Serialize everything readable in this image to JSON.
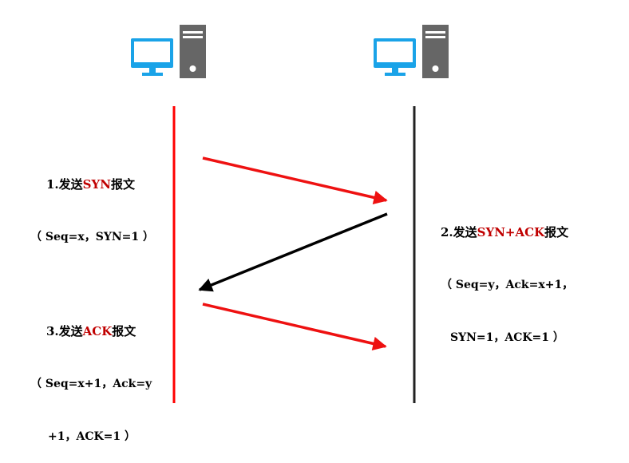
{
  "colors": {
    "client_line": "#ff0000",
    "server_line": "#222222",
    "arrow_red": "#ee1111",
    "arrow_black": "#000000",
    "monitor": "#1aa3e8",
    "tower": "#666666",
    "highlight": "#c00000"
  },
  "icons": {
    "client": [
      "monitor-icon",
      "server-tower-icon"
    ],
    "server": [
      "monitor-icon",
      "server-tower-icon"
    ]
  },
  "steps": [
    {
      "prefix": "1.发送",
      "highlight": "SYN",
      "suffix": "报文",
      "detail_lines": [
        "（ Seq=x，SYN=1 ）"
      ]
    },
    {
      "prefix": "2.发送",
      "highlight": "SYN+ACK",
      "suffix": "报文",
      "detail_lines": [
        "（ Seq=y，Ack=x+1，",
        "SYN=1，ACK=1 ）"
      ]
    },
    {
      "prefix": "3.发送",
      "highlight": "ACK",
      "suffix": "报文",
      "detail_lines": [
        "（ Seq=x+1，Ack=y",
        "+1，ACK=1 ）"
      ]
    }
  ]
}
